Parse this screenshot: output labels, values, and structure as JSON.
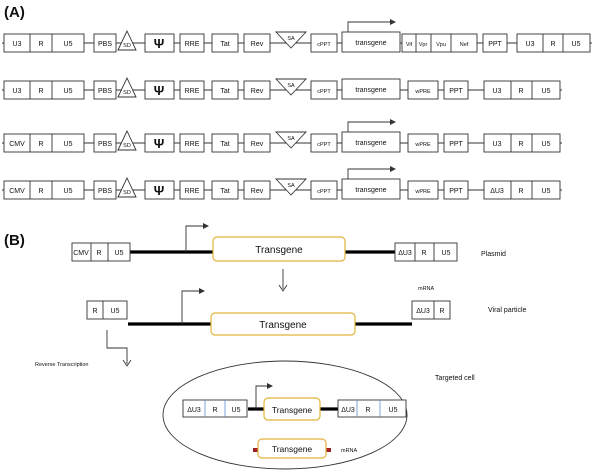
{
  "panel_a": {
    "label": "(A)",
    "rows": [
      {
        "ltr": [
          "U3",
          "R",
          "U5"
        ],
        "elements": [
          "PBS",
          "SD",
          "Ψ",
          "RRE",
          "Tat",
          "Rev",
          "SA",
          "cPPT",
          "transgene"
        ],
        "accessory": [
          "Vif",
          "Vpr",
          "Vpu",
          "Nef"
        ],
        "ppt": "PPT",
        "rtr": [
          "U3",
          "R",
          "U5"
        ]
      },
      {
        "ltr": [
          "U3",
          "R",
          "U5"
        ],
        "elements": [
          "PBS",
          "SD",
          "Ψ",
          "RRE",
          "Tat",
          "Rev",
          "SA",
          "cPPT",
          "transgene"
        ],
        "wpre": "wPRE",
        "ppt": "PPT",
        "rtr": [
          "U3",
          "R",
          "U5"
        ]
      },
      {
        "ltr": [
          "CMV",
          "R",
          "U5"
        ],
        "elements": [
          "PBS",
          "SD",
          "Ψ",
          "RRE",
          "Tat",
          "Rev",
          "SA",
          "cPPT",
          "transgene"
        ],
        "wpre": "wPRE",
        "ppt": "PPT",
        "rtr": [
          "U3",
          "R",
          "U5"
        ]
      },
      {
        "ltr": [
          "CMV",
          "R",
          "U5"
        ],
        "elements": [
          "PBS",
          "SD",
          "Ψ",
          "RRE",
          "Tat",
          "Rev",
          "SA",
          "cPPT",
          "transgene"
        ],
        "wpre": "wPRE",
        "ppt": "PPT",
        "rtr": [
          "ΔU3",
          "R",
          "U5"
        ]
      }
    ]
  },
  "panel_b": {
    "label": "(B)",
    "plasmid": {
      "ltr": [
        "CMV",
        "R",
        "U5"
      ],
      "transgene": "Transgene",
      "rtr": [
        "ΔU3",
        "R",
        "U5"
      ],
      "caption": "Plasmid"
    },
    "viral": {
      "ltr": [
        "R",
        "U5"
      ],
      "transgene": "Transgene",
      "rtr": [
        "ΔU3",
        "R"
      ],
      "mrna": "mRNA",
      "caption": "Viral particle"
    },
    "rt_label": "Reverse  Transcription",
    "cell": {
      "caption": "Targeted cell",
      "ltr": [
        "ΔU3",
        "R",
        "U5"
      ],
      "transgene": "Transgene",
      "rtr": [
        "ΔU3",
        "R",
        "U5"
      ],
      "mrna_transgene": "Transgene",
      "mrna": "mRNA"
    }
  }
}
